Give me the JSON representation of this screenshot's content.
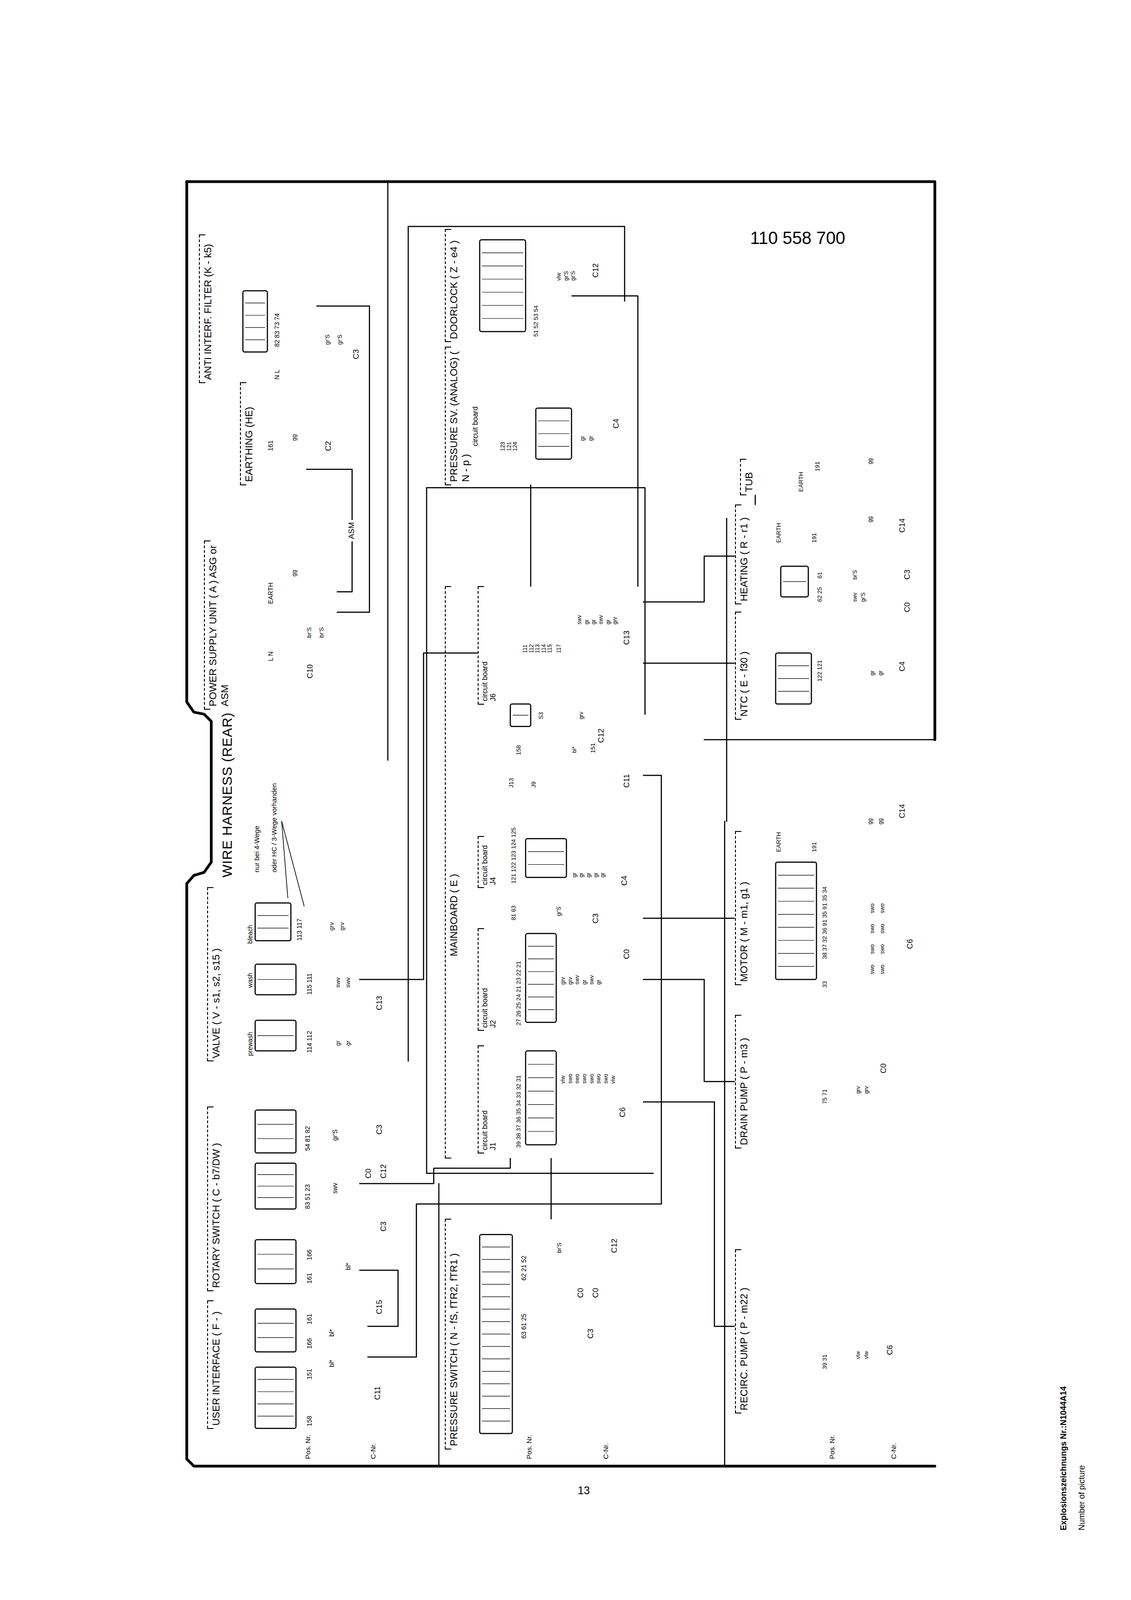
{
  "diagram": {
    "title": "WIRE HARNESS (REAR)",
    "nodes": [
      {
        "text": [
          "USER INTERFACE ( F - )"
        ]
      },
      {
        "text": [
          "ROTARY SWITCH ( C - b7/DW )"
        ]
      },
      {
        "text": [
          "VALVE ( V - s1, s2, s15 )"
        ]
      },
      {
        "text": [
          "POWER SUPPLY UNIT ( A ) ASG or ASM"
        ]
      },
      {
        "text": [
          "EARTHING (HE)"
        ]
      },
      {
        "text": [
          "ANTI INTERF. FILTER (K - k5)"
        ]
      },
      {
        "text": [
          "PRESSURE SWITCH ( N - fS, fTR2, fTR1 )"
        ]
      },
      {
        "text": [
          "MAINBOARD ( E )"
        ]
      },
      {
        "text": [
          "circuit board J1"
        ],
        "in": 7
      },
      {
        "text": [
          "circuit board J2"
        ],
        "in": 7
      },
      {
        "text": [
          "circuit board J4"
        ],
        "in": 7
      },
      {
        "text": [
          "circuit board J6"
        ],
        "in": 7
      },
      {
        "text": [
          "PRESSURE SV. (ANALOG) ( N - p )",
          "circuit board"
        ]
      },
      {
        "text": [
          "DOORLOCK ( Z - e4 )"
        ]
      },
      {
        "text": [
          "RECIRC. PUMP ( P - m22 )"
        ]
      },
      {
        "text": [
          "DRAIN PUMP ( P - m3 )"
        ]
      },
      {
        "text": [
          "MOTOR ( M - m1, g1 )"
        ]
      },
      {
        "text": [
          "NTC ( E - f30 )"
        ]
      },
      {
        "text": [
          "HEATING ( R - r1 )"
        ]
      },
      {
        "text": [
          "TUB"
        ]
      }
    ],
    "edges": [
      {
        "from": 0,
        "to": 7,
        "arrow": "none"
      },
      {
        "from": 0,
        "to": 1,
        "arrow": "none"
      },
      {
        "from": 1,
        "to": 7,
        "arrow": "none"
      },
      {
        "from": 2,
        "to": 11,
        "arrow": "none"
      },
      {
        "from": 6,
        "to": 7,
        "arrow": "none"
      },
      {
        "from": 12,
        "to": 7,
        "arrow": "none"
      },
      {
        "from": 13,
        "to": 7,
        "arrow": "none"
      },
      {
        "from": 14,
        "to": 7,
        "arrow": "none"
      },
      {
        "from": 15,
        "to": 7,
        "arrow": "none"
      },
      {
        "from": 16,
        "to": 7,
        "arrow": "none"
      },
      {
        "from": 17,
        "to": 7,
        "arrow": "none"
      },
      {
        "from": 18,
        "to": 7,
        "arrow": "none"
      },
      {
        "from": 19,
        "to": 18,
        "arrow": "none"
      },
      {
        "from": 3,
        "to": 5,
        "arrow": "none"
      },
      {
        "from": 4,
        "to": 3,
        "label": "ASM",
        "arrow": "none"
      }
    ],
    "labels": [
      "Pos. Nr.",
      "C-Nr.",
      "158",
      "151",
      "bl*",
      "C11",
      "166",
      "161",
      "bl*",
      "C15",
      "161",
      "166",
      "bl*",
      "83 51 23",
      "54 81 82",
      "swv",
      "gr'S",
      "C3",
      "C0",
      "C12",
      "C3",
      "prewash",
      "wash",
      "bleach",
      "114 112",
      "115 111",
      "113 117",
      "gr",
      "gr",
      "swv",
      "swv",
      "grv",
      "grv",
      "C13",
      "nur bei 4-Wege",
      "oder HC / 3-Wege vorhanden",
      "L N",
      "EARTH",
      "br'S",
      "br'S",
      "gg",
      "C10",
      "161",
      "gg",
      "C2",
      "N L",
      "82 83 73 74",
      "gr'S",
      "gr'S",
      "C3",
      "Pos. Nr.",
      "C-Nr.",
      "63 61 25",
      "62 21 52",
      "br'S",
      "C3",
      "C0",
      "C0",
      "C12",
      "39 38 37 36 35 34 33 32 31",
      "vlw",
      "swo",
      "swo",
      "swo",
      "swo",
      "swo",
      "swo",
      "vlw",
      "C6",
      "27 26 25 24 21 23 22 21",
      "grv",
      "grv",
      "swv",
      "gr",
      "swv",
      "gr",
      "C0",
      "121 122 123 124 125",
      "gr",
      "gr",
      "gr",
      "gr",
      "gr",
      "C4",
      "81 63",
      "gr'S",
      "C3",
      "J13",
      "J9",
      "158",
      "bl*",
      "151",
      "C11",
      "S3",
      "grv",
      "C12",
      "111",
      "112",
      "113",
      "114",
      "115",
      "117",
      "swv",
      "gr",
      "gr",
      "swv",
      "gr",
      "grv",
      "C13",
      "123",
      "121",
      "124",
      "gr",
      "gr",
      "C4",
      "51 52 53 54",
      "vlw",
      "gr'S",
      "gr'S",
      "C12",
      "Pos. Nr.",
      "C-Nr.",
      "39 31",
      "vlw",
      "vlw",
      "C6",
      "75 71",
      "grv",
      "grv",
      "C0",
      "33",
      "38 37 32 36 91 35 91 35 34",
      "EARTH",
      "191",
      "swo",
      "swo",
      "swo",
      "swo",
      "swo",
      "swo",
      "swo",
      "swo",
      "C6",
      "C14",
      "gg",
      "gg",
      "122 121",
      "gr",
      "gr",
      "C4",
      "EARTH",
      "191",
      "61",
      "62 25",
      "br'S",
      "swv",
      "gr'S",
      "C3",
      "C0",
      "C14",
      "gg",
      "EARTH",
      "191",
      "gg",
      "110 558 700",
      "13",
      "Explosionszeichnungs Nr.:N1044A14",
      "Number of picture"
    ]
  }
}
